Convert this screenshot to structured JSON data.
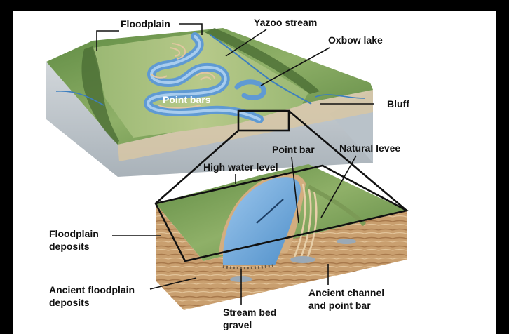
{
  "labels": {
    "floodplain": "Floodplain",
    "yazoo_stream": "Yazoo stream",
    "oxbow_lake": "Oxbow lake",
    "point_bars": "Point bars",
    "bluff": "Bluff",
    "point_bar": "Point bar",
    "natural_levee": "Natural levee",
    "high_water_level": "High water level",
    "floodplain_deposits_1": "Floodplain",
    "floodplain_deposits_2": "deposits",
    "ancient_floodplain_1": "Ancient floodplain",
    "ancient_floodplain_2": "deposits",
    "ancient_channel_1": "Ancient channel",
    "ancient_channel_2": "and point bar",
    "stream_bed_1": "Stream bed",
    "stream_bed_2": "gravel"
  },
  "colors": {
    "background": "#000000",
    "panel": "#ffffff",
    "grass": "#6f9a4e",
    "grass_dark": "#4d7a36",
    "soil": "#c9a477",
    "soil_dark": "#a67c52",
    "water": "#6fa8d8",
    "water_light": "#a9cdee",
    "bedrock": "#c4ccd2"
  }
}
